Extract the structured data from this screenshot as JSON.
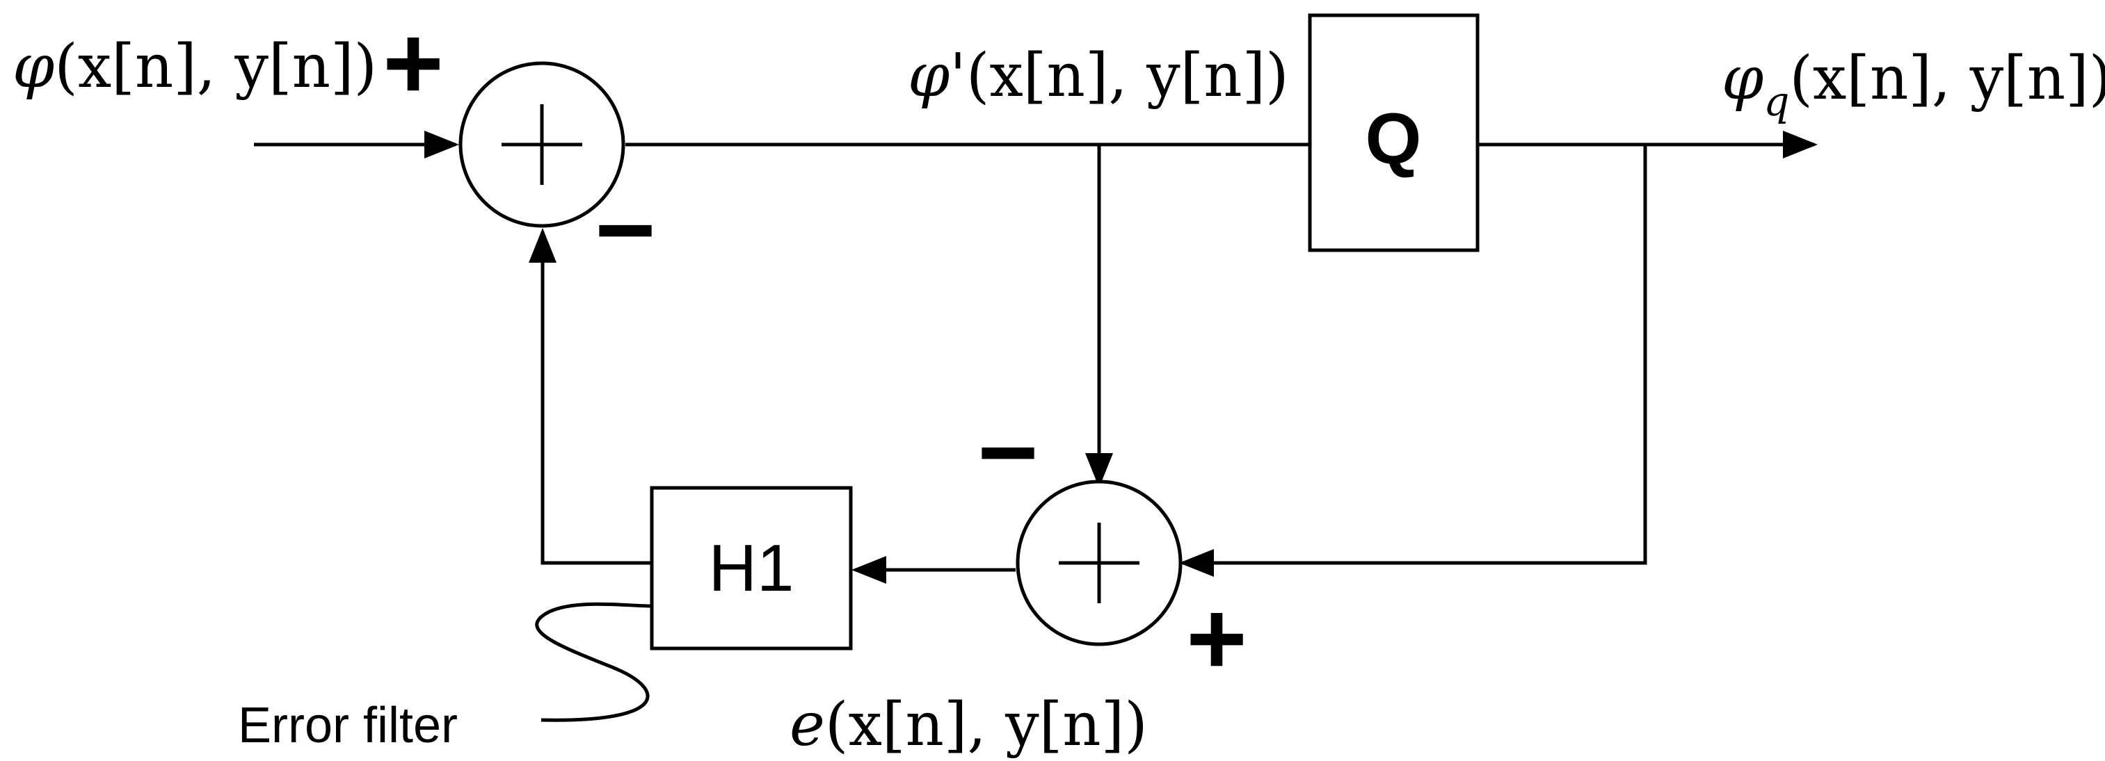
{
  "signals": {
    "input": {
      "sym": "φ",
      "args": "(x[n], y[n])"
    },
    "modified": {
      "sym": "φ",
      "prime": "'",
      "args": "(x[n], y[n])"
    },
    "output": {
      "sym": "φ",
      "sub": "q",
      "args": "(x[n], y[n])"
    },
    "error": {
      "sym": "e",
      "args": "(x[n], y[n])"
    }
  },
  "blocks": {
    "quantizer": "Q",
    "filter": "H1"
  },
  "signs": {
    "sum1_input": "+",
    "sum1_feedback": "−",
    "sum2_modified": "−",
    "sum2_output": "+"
  },
  "caption": "Error filter"
}
